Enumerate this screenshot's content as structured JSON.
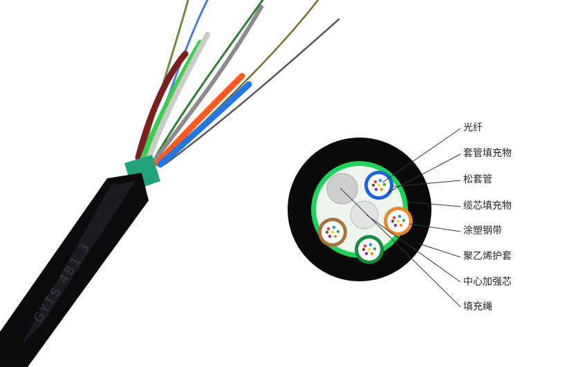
{
  "diagram": {
    "labels": [
      {
        "id": "fiber",
        "text": "光纤"
      },
      {
        "id": "tube-filler",
        "text": "套管填充物"
      },
      {
        "id": "loose-tube",
        "text": "松套管"
      },
      {
        "id": "cable-filler",
        "text": "缆芯填充物"
      },
      {
        "id": "coated-steel-tape",
        "text": "涂塑钢带"
      },
      {
        "id": "pe-sheath",
        "text": "聚乙烯护套"
      },
      {
        "id": "central-strength-member",
        "text": "中心加强芯"
      },
      {
        "id": "filler-rope",
        "text": "填充绳"
      }
    ],
    "cable_print": "GYTS 4B1.3"
  },
  "colors": {
    "sheath": "#0a0a0a",
    "steel_tape": "#1fd35a",
    "core_background": "#eef4ee",
    "tube_blue": "#1c62d8",
    "tube_orange": "#e8892c",
    "tube_green": "#168a3e",
    "tube_brown": "#a6733f",
    "filler_gray": "#cfcfcf",
    "central_member": "#e3e3e3",
    "leader_line": "#333333"
  }
}
